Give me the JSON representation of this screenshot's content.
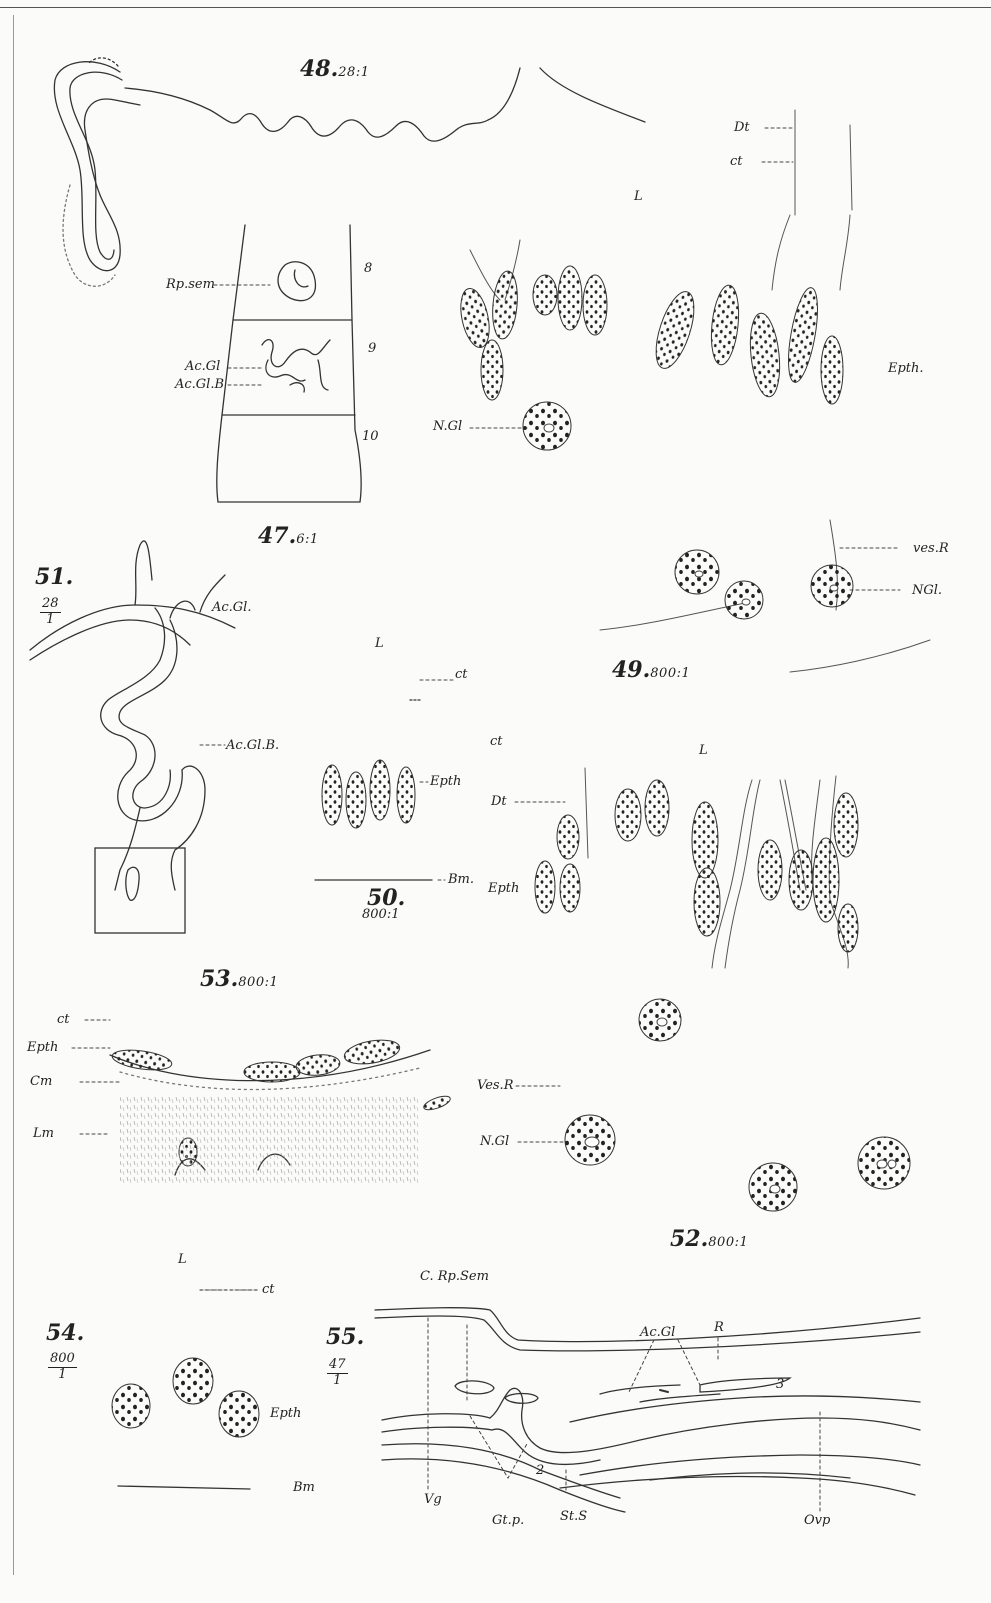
{
  "figures": {
    "f47": {
      "num": "47.",
      "scale": "6:1"
    },
    "f48": {
      "num": "48.",
      "scale": "28:1"
    },
    "f49": {
      "num": "49.",
      "scale": "800:1"
    },
    "f50": {
      "num": "50.",
      "scale": "800:1"
    },
    "f51": {
      "num": "51.",
      "scale_num": "28",
      "scale_den": "1"
    },
    "f52": {
      "num": "52.",
      "scale": "800:1"
    },
    "f53": {
      "num": "53.",
      "scale": "800:1"
    },
    "f54": {
      "num": "54.",
      "scale_num": "800",
      "scale_den": "1"
    },
    "f55": {
      "num": "55.",
      "scale_num": "47",
      "scale_den": "1"
    }
  },
  "labels": {
    "f47": {
      "rp_sem": "Rp.sem",
      "ac_gl": "Ac.Gl",
      "ac_gl_b": "Ac.Gl.B",
      "seg8": "8",
      "seg9": "9",
      "seg10": "10"
    },
    "f49": {
      "dt": "Dt",
      "ct": "ct",
      "l": "L",
      "epth": "Epth.",
      "n_gl_left": "N.Gl",
      "ves_r": "ves.R",
      "n_gl_right": "NGl."
    },
    "f50": {
      "l": "L",
      "ct": "ct",
      "epth": "Epth",
      "bm": "Bm."
    },
    "f51": {
      "ac_gl": "Ac.Gl.",
      "ac_gl_b": "Ac.Gl.B."
    },
    "f52": {
      "ct": "ct",
      "l": "L",
      "dt": "Dt",
      "epth": "Epth",
      "ves_r": "Ves.R",
      "n_gl": "N.Gl"
    },
    "f53": {
      "ct": "ct",
      "epth": "Epth",
      "cm": "Cm",
      "lm": "Lm"
    },
    "f54": {
      "l": "L",
      "ct": "ct",
      "epth": "Epth",
      "bm": "Bm"
    },
    "f55": {
      "c_rp_sem": "C. Rp.Sem",
      "ac_gl": "Ac.Gl",
      "r": "R",
      "vg": "Vg",
      "gt_p": "Gt.p.",
      "st_s": "St.S",
      "ovp": "Ovp",
      "n2": "2",
      "n3": "3"
    }
  }
}
